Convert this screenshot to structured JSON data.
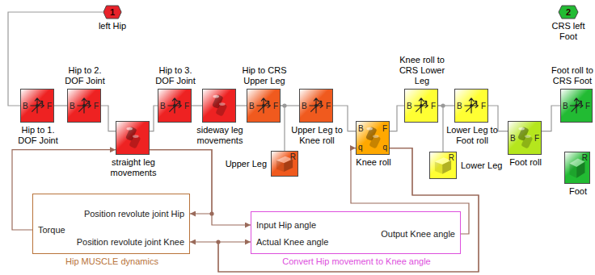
{
  "diagram": {
    "nodes": [
      {
        "text": [
          "1",
          "left Hip"
        ]
      },
      {
        "text": [
          "2",
          "CRS left Foot"
        ]
      },
      {
        "text": [
          "B",
          "F",
          "Hip to 1. DOF Joint"
        ]
      },
      {
        "text": [
          "B",
          "F",
          "Hip to 2. DOF Joint"
        ]
      },
      {
        "text": [
          "straight leg movements"
        ]
      },
      {
        "text": [
          "B",
          "F",
          "Hip to 3. DOF Joint"
        ]
      },
      {
        "text": [
          "sideway leg movements"
        ]
      },
      {
        "text": [
          "B",
          "F",
          "Hip to CRS Upper Leg"
        ]
      },
      {
        "text": [
          "B",
          "F",
          "Upper Leg to Knee roll"
        ]
      },
      {
        "text": [
          "R",
          "Upper Leg"
        ]
      },
      {
        "text": [
          "B",
          "F",
          "q",
          "q",
          "Knee roll"
        ]
      },
      {
        "text": [
          "B",
          "F",
          "Knee roll to CRS Lower Leg"
        ]
      },
      {
        "text": [
          "B",
          "F",
          "Lower Leg to Foot roll"
        ]
      },
      {
        "text": [
          "R",
          "Lower Leg"
        ]
      },
      {
        "text": [
          "B",
          "F",
          "Foot roll"
        ]
      },
      {
        "text": [
          "B",
          "F",
          "Foot roll to CRS Foot"
        ]
      },
      {
        "text": [
          "R",
          "Foot"
        ]
      },
      {
        "text": [
          "Position revolute joint Hip",
          "Position revolute joint Knee",
          "Torque",
          "Hip MUSCLE dynamics"
        ]
      },
      {
        "text": [
          "Input Hip angle",
          "Actual Knee angle",
          "Output Knee angle",
          "Convert Hip movement to Knee angle"
        ]
      }
    ],
    "edges": [
      {
        "from": 0,
        "to": 2,
        "arrow": "none"
      },
      {
        "from": 2,
        "to": 3,
        "arrow": "none"
      },
      {
        "from": 3,
        "to": 4,
        "arrow": "none"
      },
      {
        "from": 4,
        "to": 5,
        "arrow": "none"
      },
      {
        "from": 5,
        "to": 6,
        "arrow": "none"
      },
      {
        "from": 6,
        "to": 7,
        "arrow": "none"
      },
      {
        "from": 7,
        "to": 8,
        "arrow": "none"
      },
      {
        "from": 7,
        "to": 9,
        "arrow": "none"
      },
      {
        "from": 8,
        "to": 10,
        "arrow": "none"
      },
      {
        "from": 10,
        "to": 11,
        "arrow": "none"
      },
      {
        "from": 11,
        "to": 12,
        "arrow": "none"
      },
      {
        "from": 11,
        "to": 13,
        "arrow": "none"
      },
      {
        "from": 12,
        "to": 14,
        "arrow": "none"
      },
      {
        "from": 14,
        "to": 15,
        "arrow": "none"
      },
      {
        "from": 4,
        "to": 17,
        "arrow": "to"
      },
      {
        "from": 4,
        "to": 18,
        "arrow": "to"
      },
      {
        "from": 17,
        "to": 4,
        "arrow": "to"
      },
      {
        "from": 10,
        "to": 17,
        "arrow": "to"
      },
      {
        "from": 10,
        "to": 18,
        "arrow": "to"
      },
      {
        "from": 18,
        "to": 10,
        "arrow": "to"
      }
    ]
  }
}
